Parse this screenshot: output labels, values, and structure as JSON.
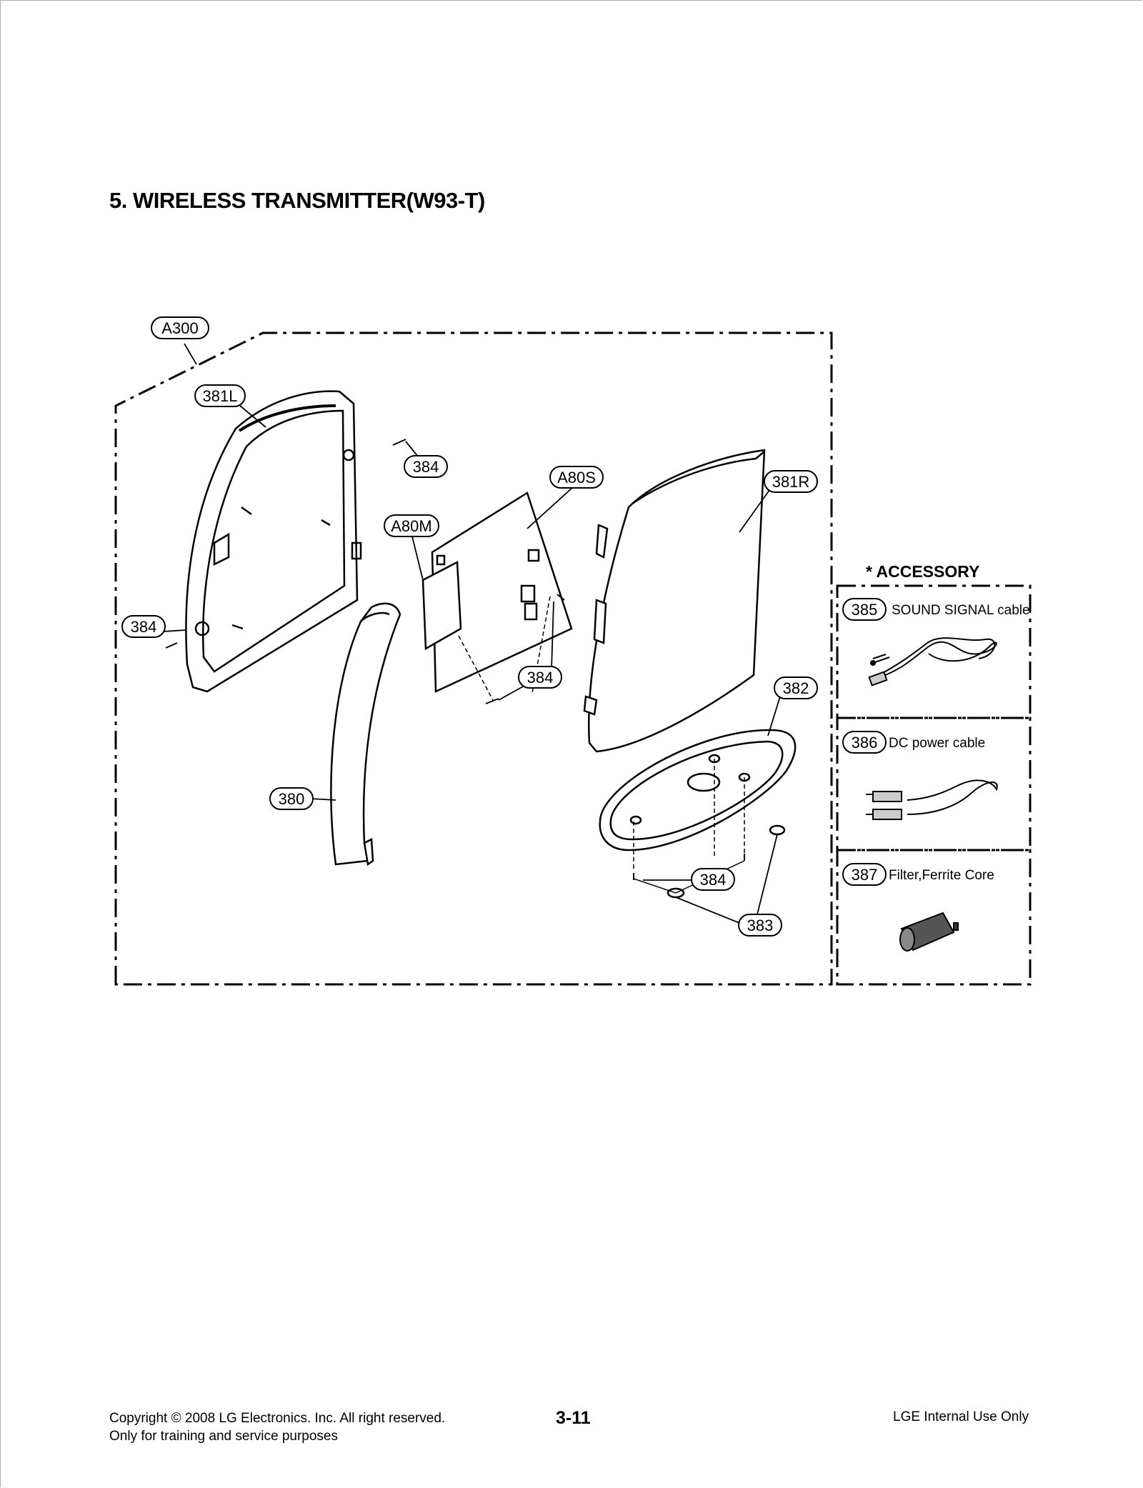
{
  "title": "5. WIRELESS TRANSMITTER(W93-T)",
  "diagram": {
    "callouts": {
      "a300": "A300",
      "p381l": "381L",
      "p384_top": "384",
      "p384_left": "384",
      "a80s": "A80S",
      "a80m": "A80M",
      "p384_mid": "384",
      "p381r": "381R",
      "p382": "382",
      "p380": "380",
      "p384_bottom": "384",
      "p383": "383"
    },
    "accessory": {
      "title": "* ACCESSORY",
      "items": [
        {
          "number": "385",
          "label": "SOUND SIGNAL cable"
        },
        {
          "number": "386",
          "label": "DC power cable"
        },
        {
          "number": "387",
          "label": "Filter,Ferrite Core"
        }
      ]
    }
  },
  "footer": {
    "copyright": "Copyright © 2008 LG Electronics. Inc. All right reserved.",
    "purpose": "Only for training and service purposes",
    "page_number": "3-11",
    "internal": "LGE Internal Use Only"
  }
}
